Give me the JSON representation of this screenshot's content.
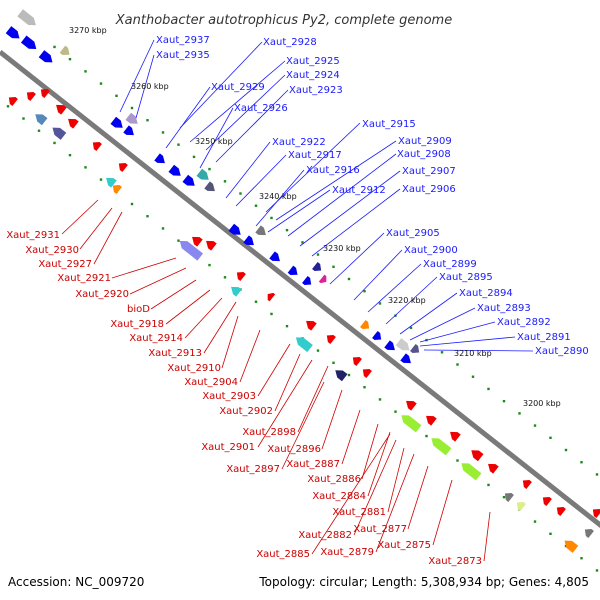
{
  "title": "Xanthobacter autotrophicus Py2, complete genome",
  "footer": {
    "accession": "Accession: NC_009720",
    "summary": "Topology: circular; Length: 5,308,934 bp; Genes: 4,805"
  },
  "colors": {
    "plus_strand_label": "#1a1aff",
    "minus_strand_label": "#cc0000",
    "plus_gene": "#0000ee",
    "minus_gene": "#ee0000",
    "backbone": "#7a7a7a",
    "tick": "#1a8a1a"
  },
  "kbp_labels": [
    "3270 kbp",
    "3260 kbp",
    "3250 kbp",
    "3240 kbp",
    "3230 kbp",
    "3220 kbp",
    "3210 kbp",
    "3200 kbp"
  ],
  "top_genes": [
    "Xaut_2937",
    "Xaut_2935",
    "Xaut_2928",
    "Xaut_2925",
    "Xaut_2924",
    "Xaut_2929",
    "Xaut_2923",
    "Xaut_2926",
    "Xaut_2915",
    "Xaut_2922",
    "Xaut_2909",
    "Xaut_2917",
    "Xaut_2908",
    "Xaut_2916",
    "Xaut_2907",
    "Xaut_2912",
    "Xaut_2906",
    "Xaut_2905",
    "Xaut_2900",
    "Xaut_2899",
    "Xaut_2895",
    "Xaut_2894",
    "Xaut_2893",
    "Xaut_2892",
    "Xaut_2891",
    "Xaut_2890"
  ],
  "bottom_genes": [
    "Xaut_2931",
    "Xaut_2930",
    "Xaut_2927",
    "Xaut_2921",
    "Xaut_2920",
    "bioD",
    "Xaut_2918",
    "Xaut_2914",
    "Xaut_2913",
    "Xaut_2910",
    "Xaut_2904",
    "Xaut_2903",
    "Xaut_2902",
    "Xaut_2898",
    "Xaut_2901",
    "Xaut_2896",
    "Xaut_2897",
    "Xaut_2887",
    "Xaut_2886",
    "Xaut_2884",
    "Xaut_2881",
    "Xaut_2882",
    "Xaut_2877",
    "Xaut_2885",
    "Xaut_2879",
    "Xaut_2875",
    "Xaut_2873"
  ]
}
